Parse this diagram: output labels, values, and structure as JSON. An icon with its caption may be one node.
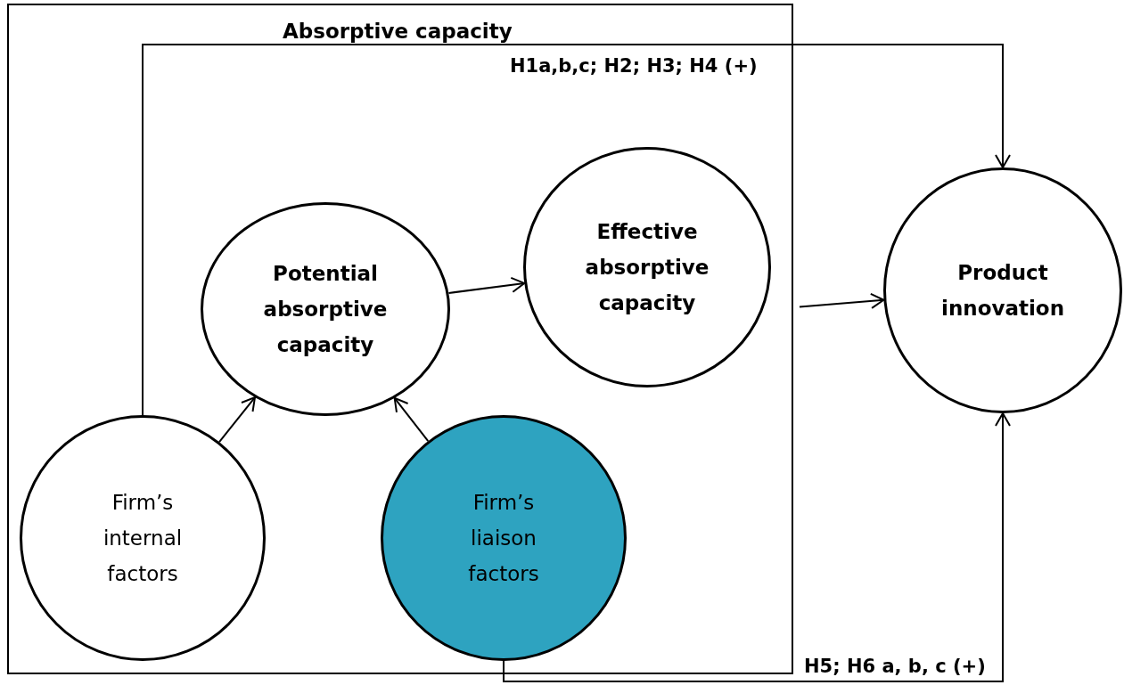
{
  "diagram": {
    "nodes": [
      {
        "text": [
          "Absorptive capacity"
        ]
      },
      {
        "text": [
          "Potential absorptive capacity"
        ],
        "in": 0
      },
      {
        "text": [
          "Effective absorptive capacity"
        ],
        "in": 0
      },
      {
        "text": [
          "Product innovation"
        ]
      },
      {
        "text": [
          "Firm’s internal factors"
        ],
        "in": 0
      },
      {
        "text": [
          "Firm’s liaison factors"
        ],
        "in": 0
      }
    ],
    "edges": [
      {
        "from": 4,
        "to": 3,
        "arrow": "to",
        "label": "H1a,b,c; H2; H3; H4  (+)"
      },
      {
        "from": 1,
        "to": 2,
        "arrow": "to"
      },
      {
        "from": 0,
        "to": 3,
        "arrow": "to"
      },
      {
        "from": 4,
        "to": 1,
        "arrow": "to"
      },
      {
        "from": 5,
        "to": 1,
        "arrow": "to"
      },
      {
        "from": 5,
        "to": 3,
        "arrow": "to",
        "label": "H5; H6 a, b, c (+)"
      }
    ]
  }
}
